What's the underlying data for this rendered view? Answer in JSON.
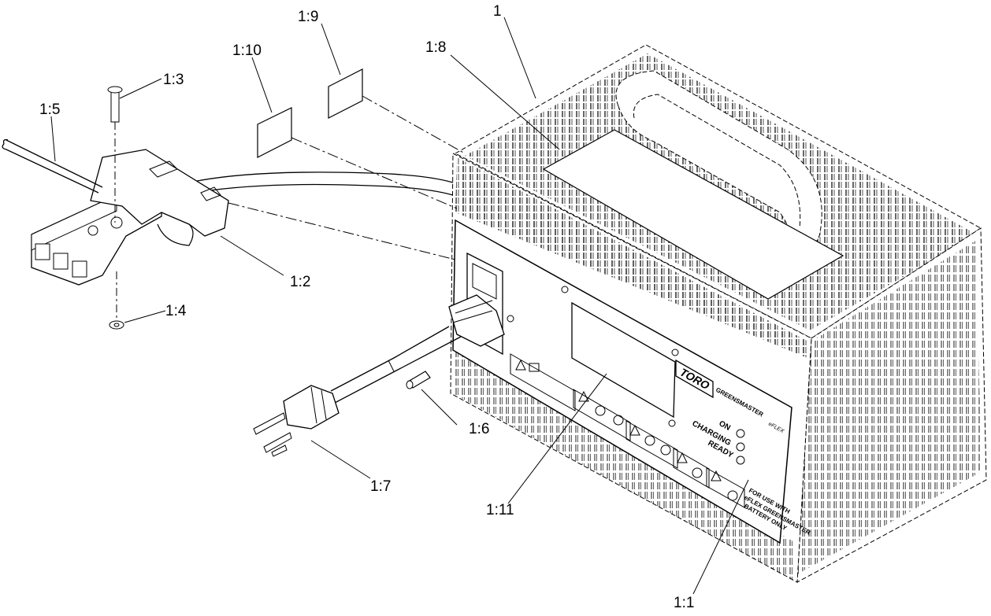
{
  "diagram": {
    "callouts": [
      {
        "id": "c1",
        "text": "1"
      },
      {
        "id": "c1-8",
        "text": "1:8"
      },
      {
        "id": "c1-9",
        "text": "1:9"
      },
      {
        "id": "c1-10",
        "text": "1:10"
      },
      {
        "id": "c1-3",
        "text": "1:3"
      },
      {
        "id": "c1-5",
        "text": "1:5"
      },
      {
        "id": "c1-2",
        "text": "1:2"
      },
      {
        "id": "c1-4",
        "text": "1:4"
      },
      {
        "id": "c1-6",
        "text": "1:6"
      },
      {
        "id": "c1-7",
        "text": "1:7"
      },
      {
        "id": "c1-11",
        "text": "1:11"
      },
      {
        "id": "c1-1",
        "text": "1:1"
      }
    ],
    "panel": {
      "brand": "TORO",
      "product": "GREENSMASTER",
      "product_sub": "eFLEX",
      "indicators": [
        "ON",
        "CHARGING",
        "READY"
      ],
      "notice_lines": [
        "FOR USE WITH",
        "eFLEX GREENSMASTER",
        "BATTERY ONLY"
      ]
    }
  }
}
